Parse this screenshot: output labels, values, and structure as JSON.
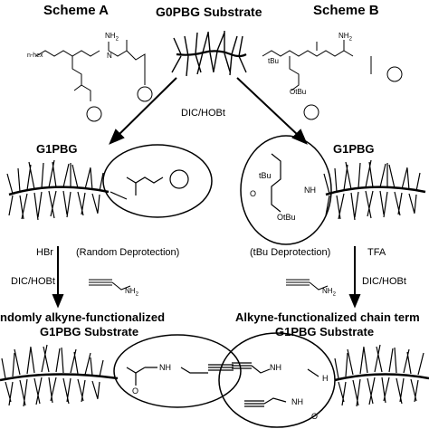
{
  "headings": {
    "scheme_a": "Scheme A",
    "substrate": "G0PBG Substrate",
    "scheme_b": "Scheme B"
  },
  "step1": {
    "reagent": "DIC/HOBt"
  },
  "left": {
    "product_label": "G1PBG",
    "reagent_1": "HBr",
    "reagent_1_note": "(Random Deprotection)",
    "reagent_2": "DIC/HOBt",
    "final_title_line1": "ndomly alkyne-functionalized",
    "final_title_line2": "G1PBG Substrate"
  },
  "right": {
    "product_label": "G1PBG",
    "reagent_1_note": "(tBu Deprotection)",
    "reagent_1": "TFA",
    "reagent_2": "DIC/HOBt",
    "final_title_line1": "Alkyne-functionalized chain term",
    "final_title_line2": "G1PBG Substrate"
  },
  "structures": {
    "nh2": "NH",
    "nh2_sub": "2",
    "nh": "NH",
    "tbu": "tBu",
    "otbu": "OtBu",
    "o": "O",
    "o_tbu": "O",
    "h": "H",
    "n": "N",
    "n_hex": "n-hex"
  }
}
